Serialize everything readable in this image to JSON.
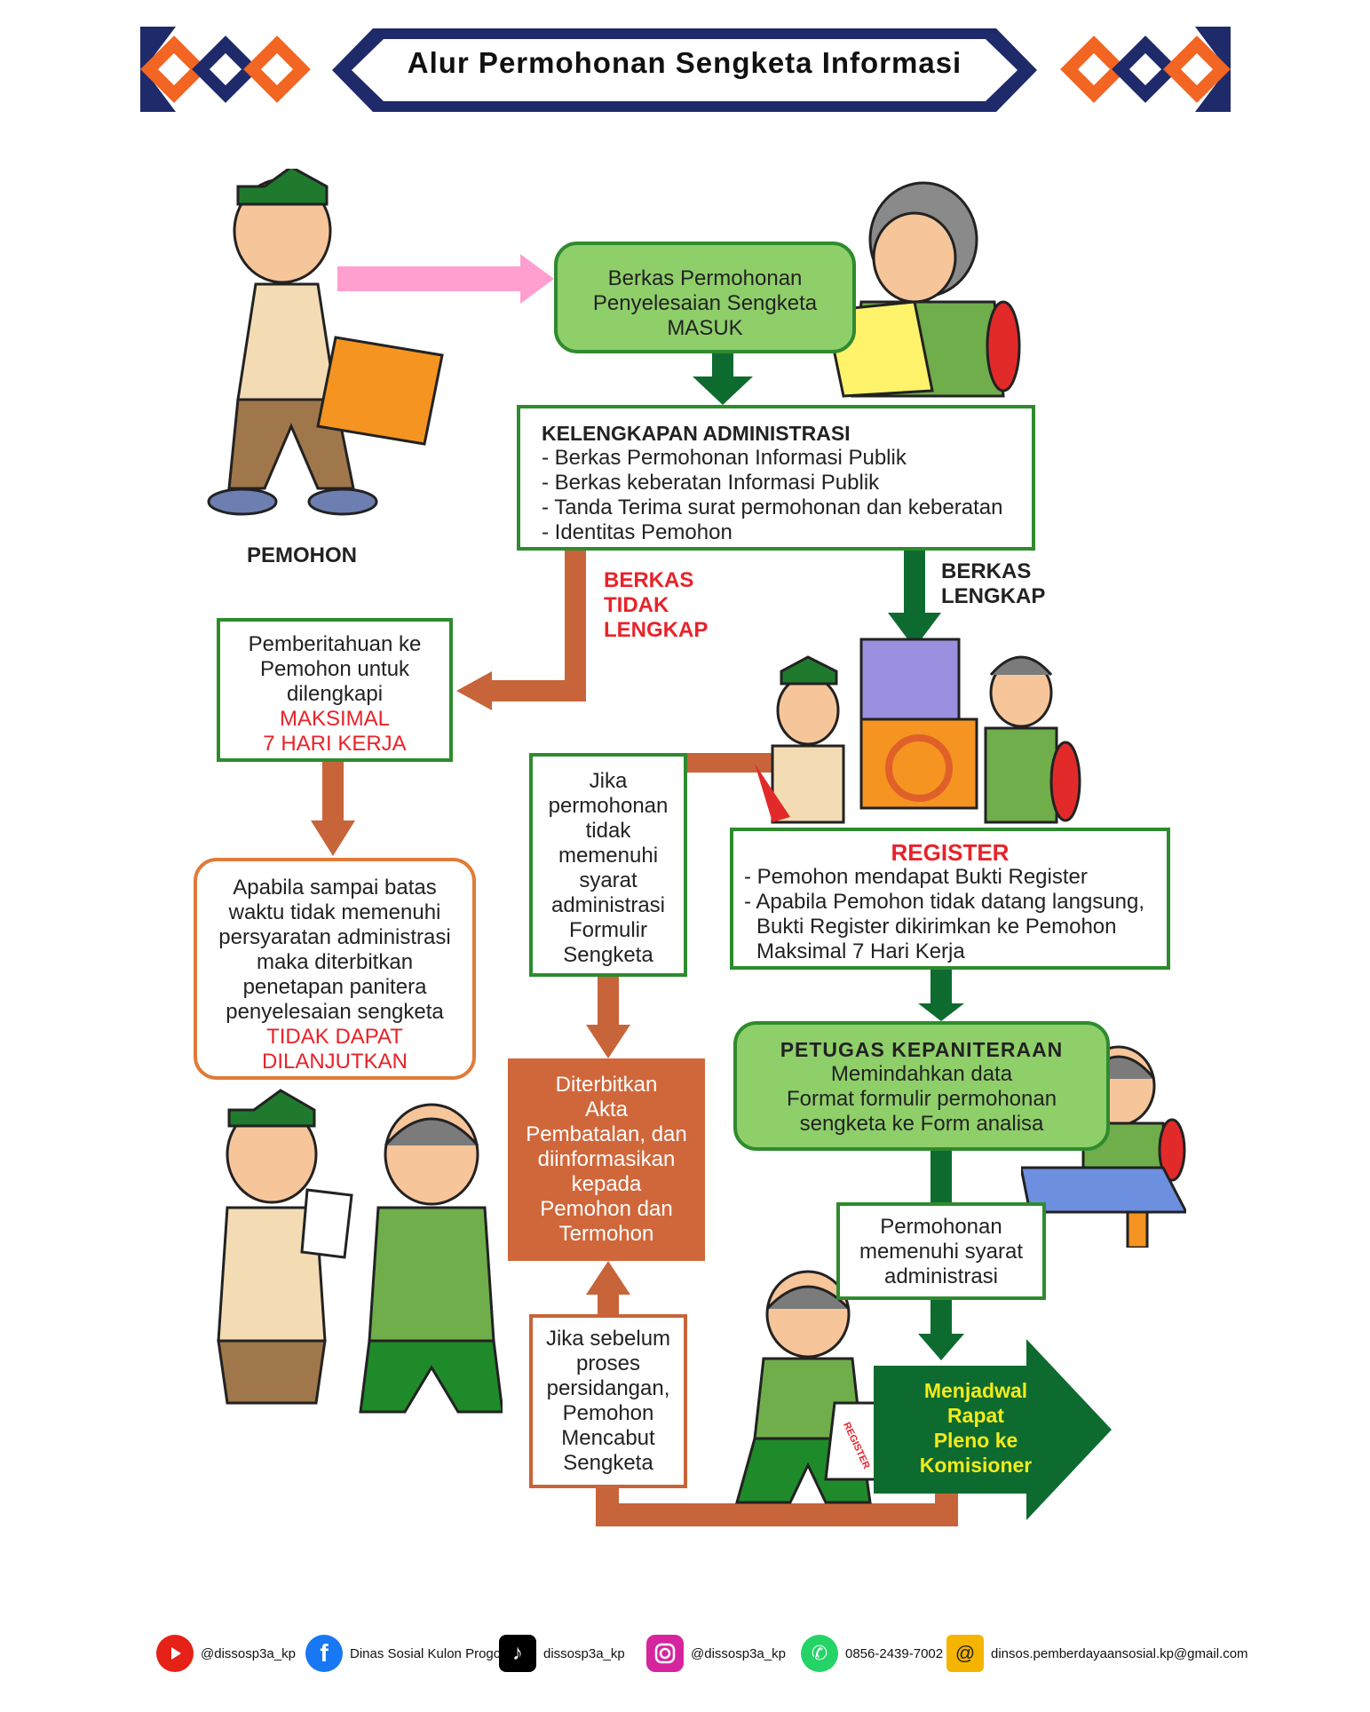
{
  "header": {
    "title": "Alur Permohonan Sengketa Informasi"
  },
  "labels": {
    "pemohon": "PEMOHON",
    "berkas_tidak_lengkap": [
      "BERKAS",
      "TIDAK",
      "LENGKAP"
    ],
    "berkas_lengkap": [
      "BERKAS",
      "LENGKAP"
    ]
  },
  "boxes": {
    "berkas_masuk": [
      "Berkas Permohonan",
      "Penyelesaian Sengketa",
      "MASUK"
    ],
    "kelengkapan": {
      "title": "KELENGKAPAN ADMINISTRASI",
      "items": [
        "- Berkas Permohonan Informasi Publik",
        "- Berkas keberatan Informasi Publik",
        "- Tanda Terima surat permohonan dan keberatan",
        "- Identitas Pemohon"
      ]
    },
    "pemberitahuan": {
      "lines": [
        "Pemberitahuan ke",
        "Pemohon untuk",
        "dilengkapi"
      ],
      "red": [
        "MAKSIMAL",
        "7 HARI KERJA"
      ]
    },
    "apabila": {
      "lines": [
        "Apabila sampai batas",
        "waktu tidak memenuhi",
        "persyaratan administrasi",
        "maka diterbitkan",
        "penetapan panitera",
        "penyelesaian sengketa"
      ],
      "red": [
        "TIDAK DAPAT",
        "DILANJUTKAN"
      ]
    },
    "jika_tidak": [
      "Jika",
      "permohonan",
      "tidak",
      "memenuhi",
      "syarat",
      "administrasi",
      "Formulir",
      "Sengketa"
    ],
    "register": {
      "title": "REGISTER",
      "items": [
        "- Pemohon mendapat Bukti Register",
        "- Apabila Pemohon tidak datang langsung,",
        "  Bukti Register dikirimkan ke Pemohon",
        "  Maksimal 7 Hari Kerja"
      ]
    },
    "diterbitkan": [
      "Diterbitkan",
      "Akta",
      "Pembatalan, dan",
      "diinformasikan",
      "kepada",
      "Pemohon dan",
      "Termohon"
    ],
    "petugas": {
      "title": "PETUGAS KEPANITERAAN",
      "lines": [
        "Memindahkan data",
        "Format formulir permohonan",
        "sengketa ke Form analisa"
      ]
    },
    "memenuhi": [
      "Permohonan",
      "memenuhi syarat",
      "administrasi"
    ],
    "jika_sebelum": [
      "Jika sebelum",
      "proses",
      "persidangan,",
      "Pemohon",
      "Mencabut",
      "Sengketa"
    ],
    "menjadwal": [
      "Menjadwal",
      "Rapat",
      "Pleno ke",
      "Komisioner"
    ],
    "register_paper": "REGISTER"
  },
  "footer": [
    {
      "icon": "youtube-icon",
      "text": "@dissosp3a_kp",
      "color": "#e62117"
    },
    {
      "icon": "facebook-icon",
      "text": "Dinas Sosial Kulon Progo",
      "color": "#1877f2"
    },
    {
      "icon": "tiktok-icon",
      "text": "dissosp3a_kp",
      "color": "#000000"
    },
    {
      "icon": "instagram-icon",
      "text": "@dissosp3a_kp",
      "color": "#d6249f"
    },
    {
      "icon": "whatsapp-icon",
      "text": "0856-2439-7002",
      "color": "#25d366"
    },
    {
      "icon": "email-icon",
      "text": "dinsos.pemberdayaansosial.kp@gmail.com",
      "color": "#f5b400"
    }
  ],
  "colors": {
    "navy": "#1f2a6b",
    "orange": "#f26522",
    "green_dark": "#0e6b2f",
    "green_light": "#8fcf6a",
    "arrow_orange": "#c8643a",
    "red": "#e8232a",
    "pink": "#ff9fd0",
    "yellow_text": "#f4ea1c"
  }
}
